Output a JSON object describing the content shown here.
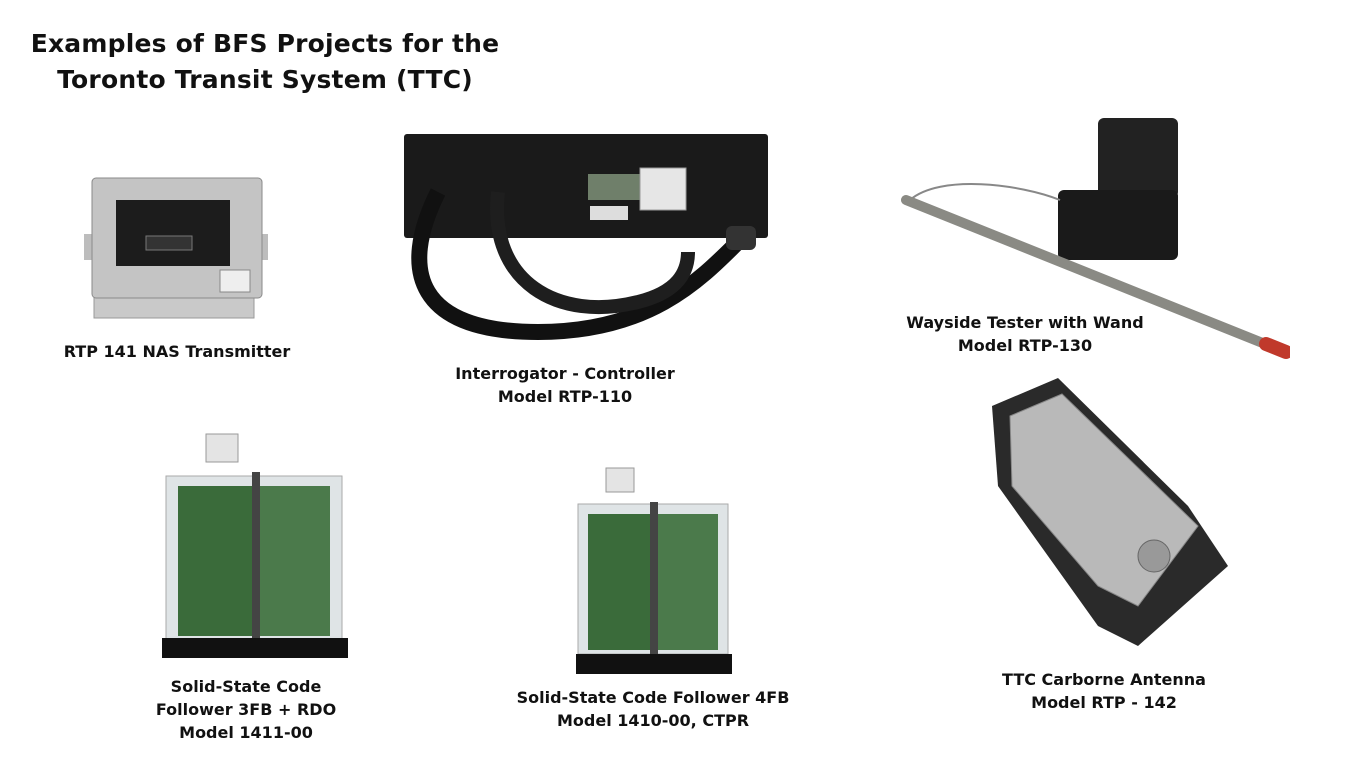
{
  "title": {
    "line1": "Examples of BFS Projects for the",
    "line2": "Toronto Transit System (TTC)"
  },
  "products": [
    {
      "lines": [
        "RTP 141 NAS Transmitter"
      ]
    },
    {
      "lines": [
        "Interrogator - Controller",
        "Model RTP-110"
      ]
    },
    {
      "lines": [
        "Wayside Tester with Wand",
        "Model RTP-130"
      ]
    },
    {
      "lines": [
        "Solid-State Code",
        "Follower 3FB + RDO",
        "Model 1411-00"
      ]
    },
    {
      "lines": [
        "Solid-State Code Follower 4FB",
        "Model 1410-00, CTPR"
      ]
    },
    {
      "lines": [
        "TTC Carborne Antenna",
        "Model RTP - 142"
      ]
    }
  ]
}
